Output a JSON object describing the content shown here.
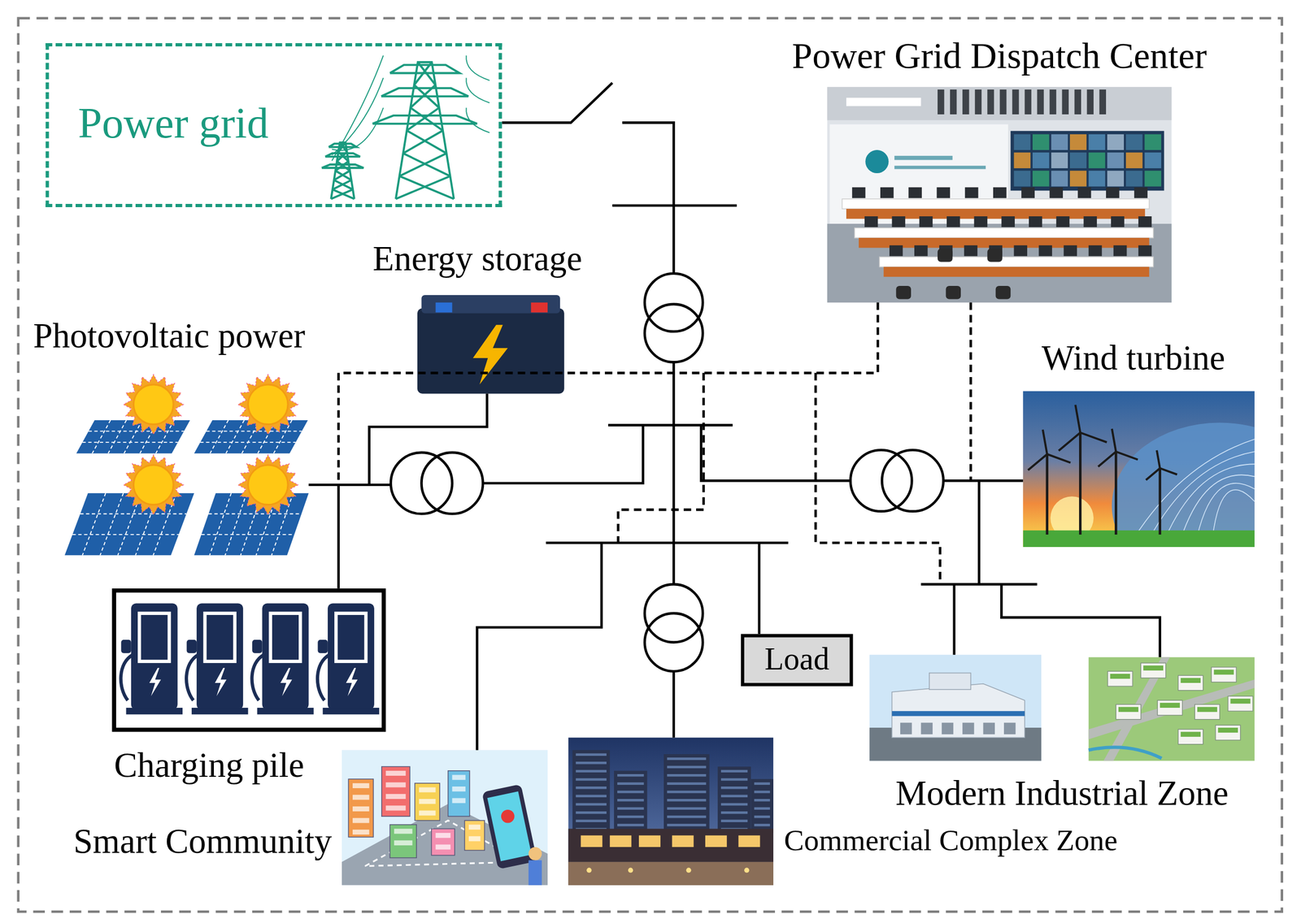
{
  "diagram": {
    "nodes": [
      {
        "text": [
          "Power grid"
        ]
      },
      {
        "text": [
          "Power Grid Dispatch Center"
        ]
      },
      {
        "text": [
          "Energy storage"
        ]
      },
      {
        "text": [
          "Photovoltaic power"
        ]
      },
      {
        "text": [
          "Wind turbine"
        ]
      },
      {
        "text": [
          "Charging pile"
        ]
      },
      {
        "text": [
          "Load"
        ]
      },
      {
        "text": [
          "Modern Industrial Zone"
        ]
      },
      {
        "text": [
          "Smart Community"
        ]
      },
      {
        "text": [
          "Commercial Complex Zone"
        ]
      }
    ]
  }
}
